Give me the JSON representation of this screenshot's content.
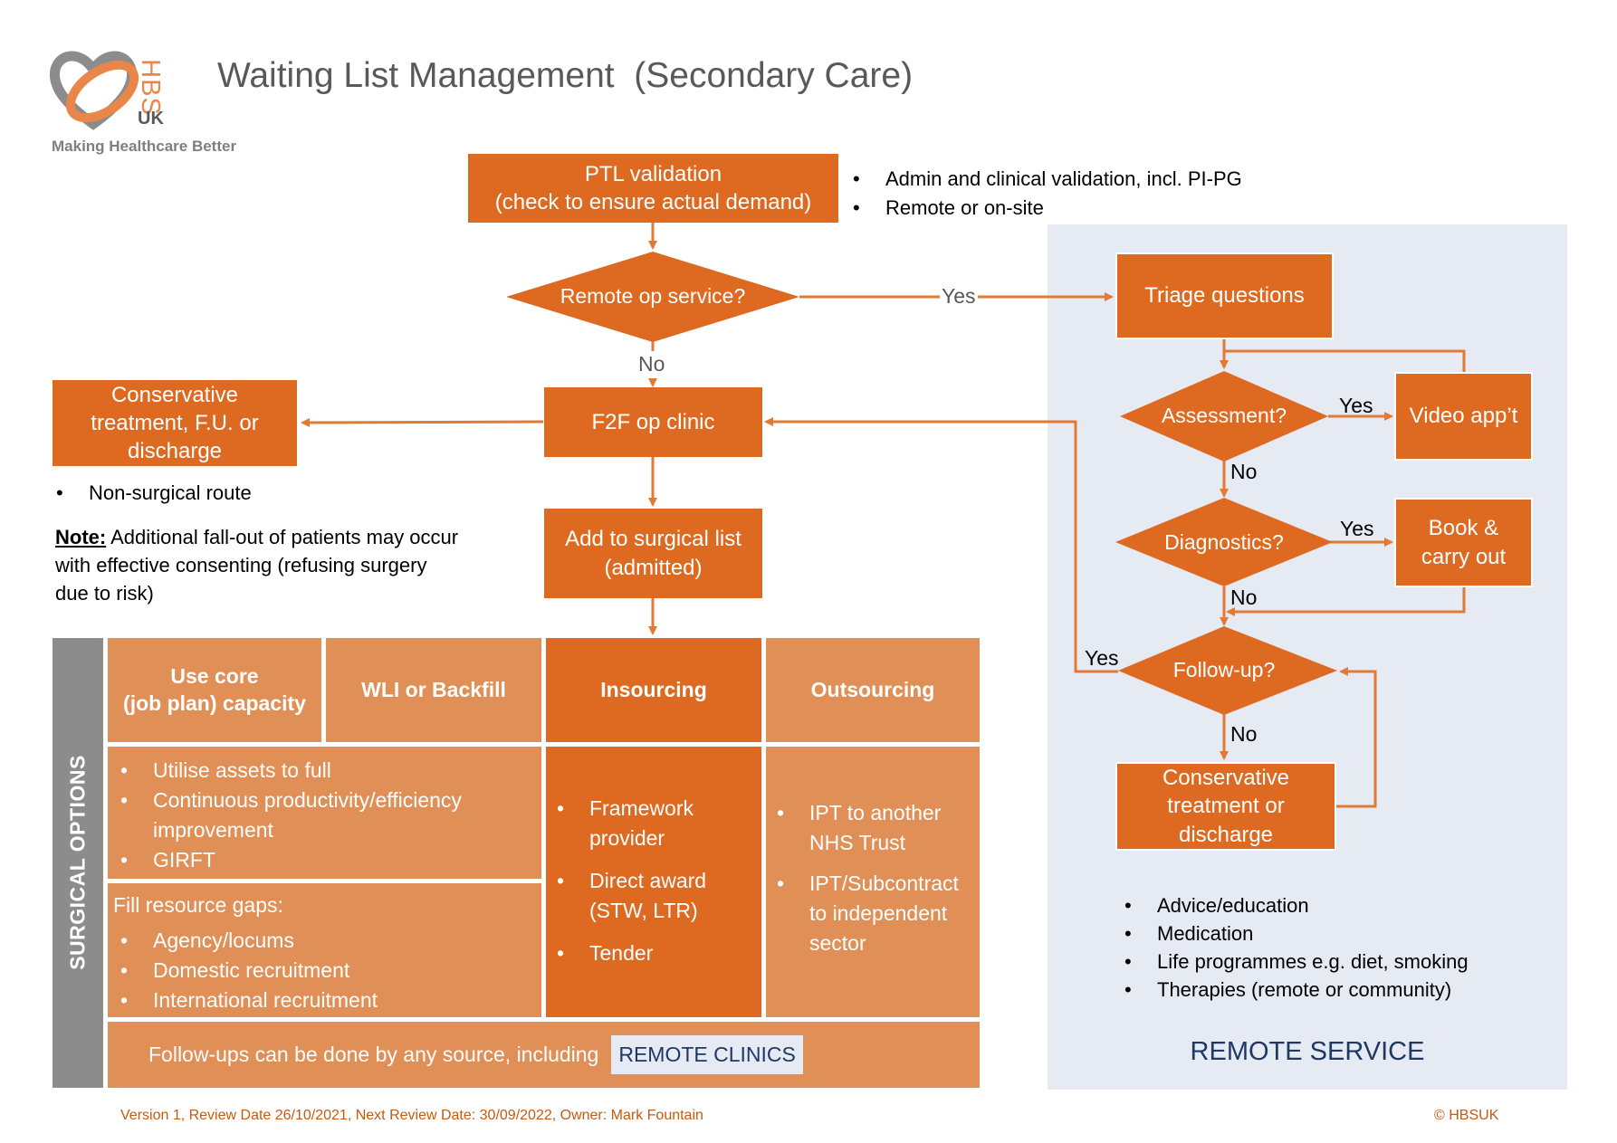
{
  "header": {
    "title": "Waiting List Management  (Secondary Care)",
    "logo_letters": "HBS",
    "logo_uk": "UK",
    "tagline": "Making Healthcare Better"
  },
  "nodes": {
    "ptl_line1": "PTL validation",
    "ptl_line2": "(check to ensure actual demand)",
    "remote_op": "Remote op service?",
    "f2f": "F2F op clinic",
    "conservative_left": "Conservative treatment, F.U. or discharge",
    "add_surgical_line1": "Add to surgical list",
    "add_surgical_line2": "(admitted)",
    "triage": "Triage questions",
    "assessment": "Assessment?",
    "video": "Video app’t",
    "diagnostics": "Diagnostics?",
    "book_line1": "Book &",
    "book_line2": "carry out",
    "followup": "Follow-up?",
    "conservative_right": "Conservative treatment or discharge"
  },
  "edge_labels": {
    "yes_remote": "Yes",
    "no_remote": "No",
    "yes_assess": "Yes",
    "no_assess": "No",
    "yes_diag": "Yes",
    "no_diag": "No",
    "yes_follow": "Yes",
    "no_follow": "No"
  },
  "ptl_notes": [
    "Admin and clinical validation, incl. PI-PG",
    "Remote or on-site"
  ],
  "nonsurgical_note": "Non-surgical route",
  "note": {
    "label": "Note:",
    "text": " Additional fall-out of patients may occur with effective consenting (refusing surgery due to risk)"
  },
  "surgical": {
    "side_label": "SURGICAL OPTIONS",
    "col1_header_line1": "Use core",
    "col1_header_line2": "(job plan) capacity",
    "col2_header": "WLI or Backfill",
    "col3_header": "Insourcing",
    "col4_header": "Outsourcing",
    "core_items": [
      "Utilise assets to full",
      "Continuous productivity/efficiency improvement",
      "GIRFT"
    ],
    "fill_title": "Fill resource gaps:",
    "fill_items": [
      "Agency/locums",
      "Domestic recruitment",
      "International recruitment"
    ],
    "insourcing_items": [
      "Framework provider",
      "Direct award (STW, LTR)",
      "Tender"
    ],
    "outsourcing_items": [
      "IPT to another NHS Trust",
      "IPT/Subcontract to independent sector"
    ],
    "followup_text": "Follow-ups can be done by any source, including",
    "remote_clinics": "REMOTE CLINICS"
  },
  "remote": {
    "items": [
      "Advice/education",
      "Medication",
      "Life programmes e.g. diet, smoking",
      "Therapies (remote or community)"
    ],
    "title": "REMOTE SERVICE"
  },
  "footer": {
    "version": "Version 1, Review Date 26/10/2021, Next Review Date: 30/09/2022, Owner: Mark Fountain",
    "copyright": "© HBSUK"
  },
  "colors": {
    "dark_orange": "#DE6A22",
    "mid_orange": "#E08F56",
    "remote_panel": "#E6EAF2",
    "navy": "#1F3864",
    "side_grey": "#8C8C8C"
  }
}
